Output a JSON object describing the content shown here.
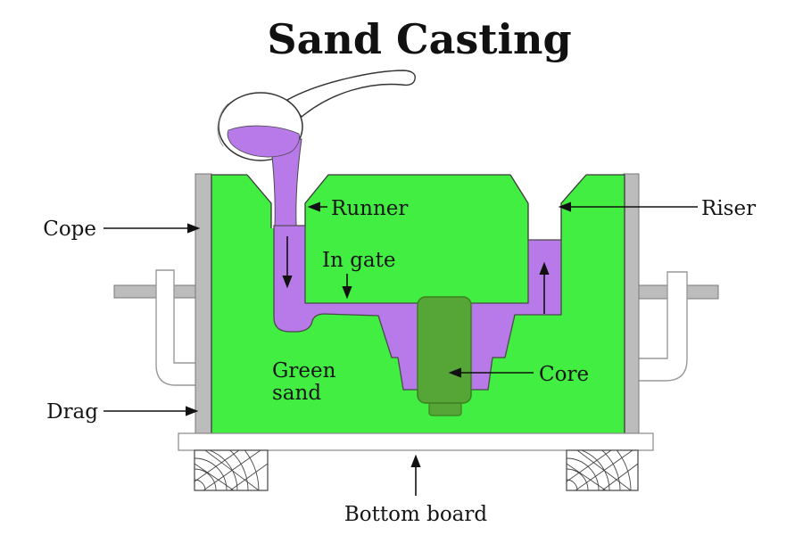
{
  "title": "Sand Casting",
  "labels": {
    "cope": "Cope",
    "drag": "Drag",
    "runner": "Runner",
    "in_gate": "In gate",
    "riser": "Riser",
    "core": "Core",
    "green_sand_line1": "Green",
    "green_sand_line2": "sand",
    "bottom_board": "Bottom board"
  },
  "colors": {
    "sand_green": "#41ee41",
    "molten_purple": "#b879e9",
    "core_green": "#56a637",
    "frame_gray": "#bcbcbc",
    "board_white": "#ffffff"
  }
}
